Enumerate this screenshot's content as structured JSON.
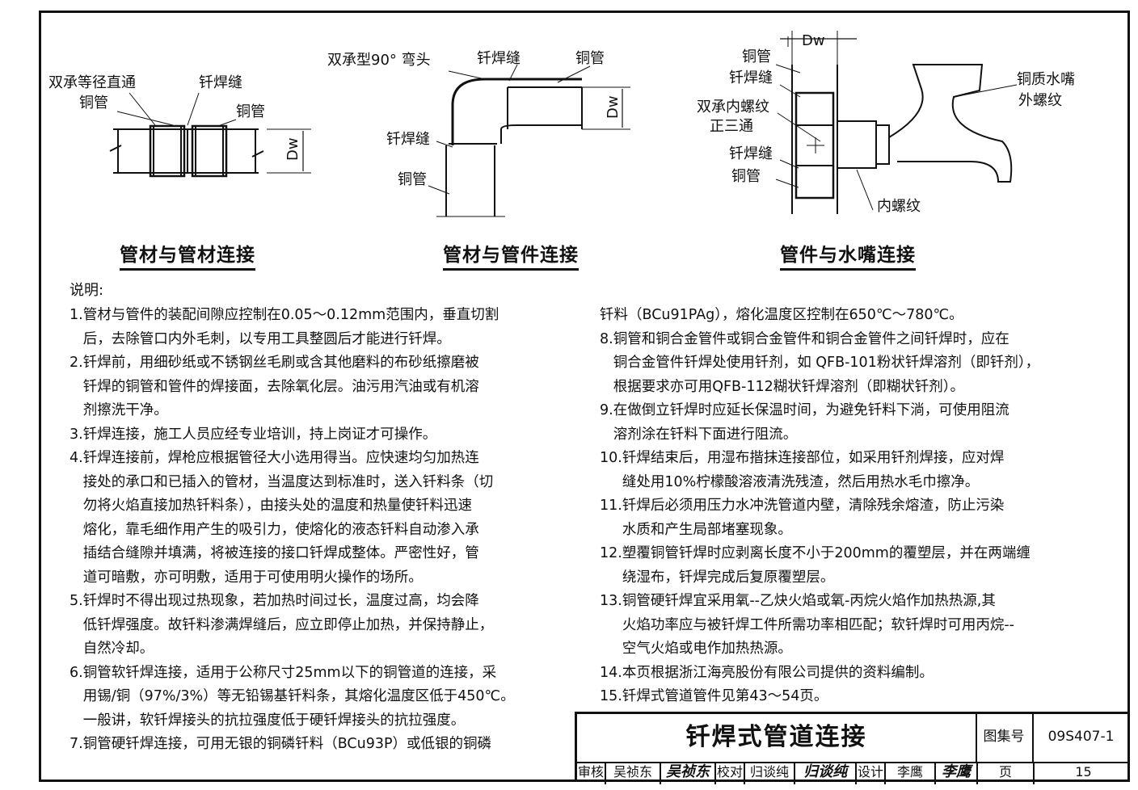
{
  "figures": {
    "fig1": {
      "caption": "管材与管材连接",
      "labels": [
        "双承等径直通",
        "铜管",
        "钎焊缝",
        "铜管",
        "Dw"
      ]
    },
    "fig2": {
      "caption": "管材与管件连接",
      "labels": [
        "双承型90° 弯头",
        "钎焊缝",
        "铜管",
        "Dw",
        "钎焊缝",
        "铜管"
      ]
    },
    "fig3": {
      "caption": "管件与水嘴连接",
      "labels": [
        "Dw",
        "铜管",
        "钎焊缝",
        "双承内螺纹",
        "正三通",
        "钎焊缝",
        "铜管",
        "铜质水嘴",
        "外螺纹",
        "内螺纹"
      ]
    }
  },
  "notes": {
    "title": "说明:",
    "left": [
      {
        "n": "1.",
        "lines": [
          "管材与管件的装配间隙应控制在0.05～0.12mm范围内，垂直切割",
          "后，去除管口内外毛刺，以专用工具整圆后才能进行钎焊。"
        ]
      },
      {
        "n": "2.",
        "lines": [
          "钎焊前，用细砂纸或不锈钢丝毛刷或含其他磨料的布砂纸擦磨被",
          "钎焊的铜管和管件的焊接面，去除氧化层。油污用汽油或有机溶",
          "剂擦洗干净。"
        ]
      },
      {
        "n": "3.",
        "lines": [
          "钎焊连接，施工人员应经专业培训，持上岗证才可操作。"
        ]
      },
      {
        "n": "4.",
        "lines": [
          "钎焊连接前，焊枪应根据管径大小选用得当。应快速均匀加热连",
          "接处的承口和已插入的管材，当温度达到标准时，送入钎料条（切",
          "勿将火焰直接加热钎料条），由接头处的温度和热量使钎料迅速",
          "熔化，靠毛细作用产生的吸引力，使熔化的液态钎料自动渗入承",
          "插结合缝隙并填满，将被连接的接口钎焊成整体。严密性好，管",
          "道可暗敷，亦可明敷，适用于可使用明火操作的场所。"
        ]
      },
      {
        "n": "5.",
        "lines": [
          "钎焊时不得出现过热现象，若加热时间过长，温度过高，均会降",
          "低钎焊强度。故钎料渗满焊缝后，应立即停止加热，并保持静止，",
          "自然冷却。"
        ]
      },
      {
        "n": "6.",
        "lines": [
          "铜管软钎焊连接，适用于公称尺寸25mm以下的铜管道的连接，采",
          "用锡/铜（97%/3%）等无铅锡基钎料条，其熔化温度区低于450℃。",
          "一般讲，软钎焊接头的抗拉强度低于硬钎焊接头的抗拉强度。"
        ]
      },
      {
        "n": "7.",
        "lines": [
          "铜管硬钎焊连接，可用无银的铜磷钎料（BCu93P）或低银的铜磷"
        ]
      }
    ],
    "right": [
      {
        "n": "",
        "lines": [
          "钎料（BCu91PAg），熔化温度区控制在650℃～780℃。"
        ]
      },
      {
        "n": "8.",
        "lines": [
          "铜管和铜合金管件或铜合金管件和铜合金管件之间钎焊时，应在",
          "铜合金管件钎焊处使用钎剂，如 QFB-101粉状钎焊溶剂（即钎剂），",
          "根据要求亦可用QFB-112糊状钎焊溶剂（即糊状钎剂）。"
        ]
      },
      {
        "n": "9.",
        "lines": [
          "在做倒立钎焊时应延长保温时间，为避免钎料下淌，可使用阻流",
          "溶剂涂在钎料下面进行阻流。"
        ]
      },
      {
        "n": "10.",
        "lines": [
          "钎焊结束后，用湿布揩抹连接部位，如采用钎剂焊接，应对焊",
          "缝处用10%柠檬酸溶液清洗残渣，然后用热水毛巾擦净。"
        ]
      },
      {
        "n": "11.",
        "lines": [
          "钎焊后必须用压力水冲洗管道内壁，清除残余熔渣，防止污染",
          "水质和产生局部堵塞现象。"
        ]
      },
      {
        "n": "12.",
        "lines": [
          "塑覆铜管钎焊时应剥离长度不小于200mm的覆塑层，并在两端缠",
          "绕湿布，钎焊完成后复原覆塑层。"
        ]
      },
      {
        "n": "13.",
        "lines": [
          "铜管硬钎焊宜采用氧--乙炔火焰或氧-丙烷火焰作加热热源,其",
          "火焰功率应与被钎焊工件所需功率相匹配；软钎焊时可用丙烷--",
          "空气火焰或电作加热热源。"
        ]
      },
      {
        "n": "14.",
        "lines": [
          "本页根据浙江海亮股份有限公司提供的资料编制。"
        ]
      },
      {
        "n": "15.",
        "lines": [
          "钎焊式管道管件见第43～54页。"
        ]
      }
    ]
  },
  "title_block": {
    "title": "钎焊式管道连接",
    "set_label": "图集号",
    "set_value": "09S407-1",
    "review_label": "审核",
    "reviewer": "吴祯东",
    "reviewer_sig": "吴祯东",
    "check_label": "校对",
    "checker": "归谈纯",
    "checker_sig": "归谈纯",
    "design_label": "设计",
    "designer": "李鹰",
    "designer_sig": "李鹰",
    "page_label": "页",
    "page_value": "15"
  }
}
